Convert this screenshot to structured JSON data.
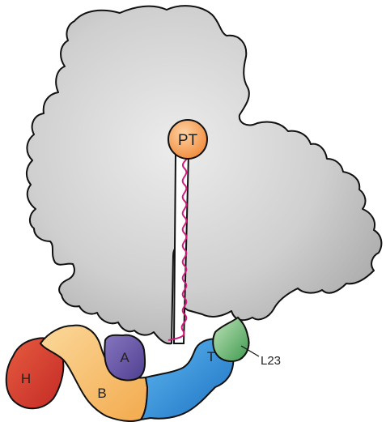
{
  "labels": {
    "pt": "PT",
    "h": "H",
    "b": "B",
    "a": "A",
    "t": "T",
    "l23": "L23"
  },
  "colors": {
    "ribosome_fill": "#c9c9c9",
    "ribosome_stroke": "#111111",
    "pt": "#f6a25a",
    "nascent_chain": "#d6197e",
    "domain_h": "#d9402f",
    "domain_b": "#f7c06e",
    "domain_a": "#6a58a8",
    "domain_t": "#2f8fd8",
    "l23": "#62b46c"
  }
}
